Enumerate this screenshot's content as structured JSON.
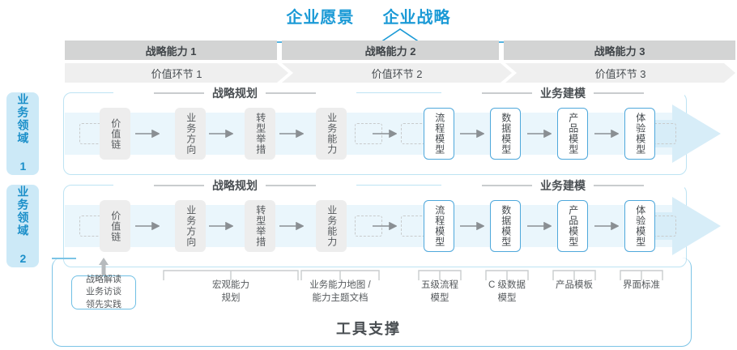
{
  "top": {
    "vision": "企业愿景",
    "strategy": "企业战略"
  },
  "capabilities": [
    {
      "label": "战略能力 1"
    },
    {
      "label": "战略能力 2"
    },
    {
      "label": "战略能力 3"
    }
  ],
  "value_links": [
    {
      "label": "价值环节 1"
    },
    {
      "label": "价值环节 2"
    },
    {
      "label": "价值环节 3"
    }
  ],
  "domains": [
    {
      "label": "业务领域 1"
    },
    {
      "label": "业务领域 2"
    }
  ],
  "sections": {
    "planning": "战略规划",
    "modeling": "业务建模"
  },
  "nodes": {
    "planning": [
      {
        "label": "价值链",
        "style": "gray"
      },
      {
        "label": "业务方向",
        "style": "gray"
      },
      {
        "label": "转型举措",
        "style": "gray"
      },
      {
        "label": "业务能力",
        "style": "gray"
      }
    ],
    "modeling": [
      {
        "label": "流程模型",
        "style": "blue"
      },
      {
        "label": "数据模型",
        "style": "blue"
      },
      {
        "label": "产品模型",
        "style": "blue"
      },
      {
        "label": "体验模型",
        "style": "blue"
      }
    ]
  },
  "bottom": {
    "tool_box": "战略解读\n业务访谈\n领先实践",
    "tool_box_lines": [
      "战略解读",
      "业务访谈",
      "领先实践"
    ],
    "labels": [
      {
        "lines": [
          "宏观能力",
          "规划"
        ]
      },
      {
        "lines": [
          "业务能力地图 /",
          "能力主题文档"
        ]
      },
      {
        "lines": [
          "五级流程",
          "模型"
        ]
      },
      {
        "lines": [
          "C 级数据",
          "模型"
        ]
      },
      {
        "lines": [
          "产品模板"
        ]
      },
      {
        "lines": [
          "界面标准"
        ]
      }
    ],
    "title": "工具支撑"
  },
  "colors": {
    "accent_blue": "#1B9AD6",
    "tab_blue": "#CCE9F7",
    "band_blue": "#EAF6FC",
    "arrow_blue": "#D7EDF8",
    "header_gray": "#D3D4D4",
    "value_gray": "#EFEFEF",
    "node_gray": "#EDEDED",
    "node_border_blue": "#4FA8DB"
  }
}
